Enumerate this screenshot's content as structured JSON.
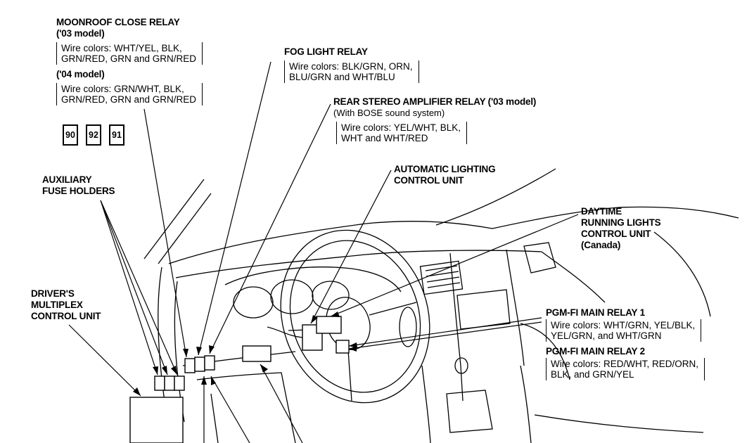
{
  "labels": {
    "moonroof_title": "MOONROOF CLOSE RELAY",
    "moonroof_03": "('03 model)",
    "moonroof_03_wires_1": "Wire colors: WHT/YEL, BLK,",
    "moonroof_03_wires_2": "GRN/RED, GRN and GRN/RED",
    "moonroof_04": "('04 model)",
    "moonroof_04_wires_1": "Wire colors: GRN/WHT, BLK,",
    "moonroof_04_wires_2": "GRN/RED, GRN and GRN/RED",
    "fuse_90": "90",
    "fuse_92": "92",
    "fuse_91": "91",
    "fog_title": "FOG LIGHT RELAY",
    "fog_wires_1": "Wire colors: BLK/GRN, ORN,",
    "fog_wires_2": "BLU/GRN and WHT/BLU",
    "rear_amp_title": "REAR STEREO AMPLIFIER RELAY ('03 model)",
    "rear_amp_sub": "(With BOSE sound system)",
    "rear_amp_wires_1": "Wire colors: YEL/WHT, BLK,",
    "rear_amp_wires_2": "WHT and WHT/RED",
    "auto_light_1": "AUTOMATIC LIGHTING",
    "auto_light_2": "CONTROL UNIT",
    "aux_fuse_1": "AUXILIARY",
    "aux_fuse_2": "FUSE HOLDERS",
    "drl_1": "DAYTIME",
    "drl_2": "RUNNING LIGHTS",
    "drl_3": "CONTROL UNIT",
    "drl_4": "(Canada)",
    "driver_mux_1": "DRIVER'S",
    "driver_mux_2": "MULTIPLEX",
    "driver_mux_3": "CONTROL UNIT",
    "pgm1_title": "PGM-FI MAIN RELAY 1",
    "pgm1_wires_1": "Wire colors: WHT/GRN, YEL/BLK,",
    "pgm1_wires_2": "YEL/GRN, and WHT/GRN",
    "pgm2_title": "PGM-FI MAIN RELAY 2",
    "pgm2_wires_1": "Wire colors: RED/WHT, RED/ORN,",
    "pgm2_wires_2": "BLK, and GRN/YEL"
  }
}
